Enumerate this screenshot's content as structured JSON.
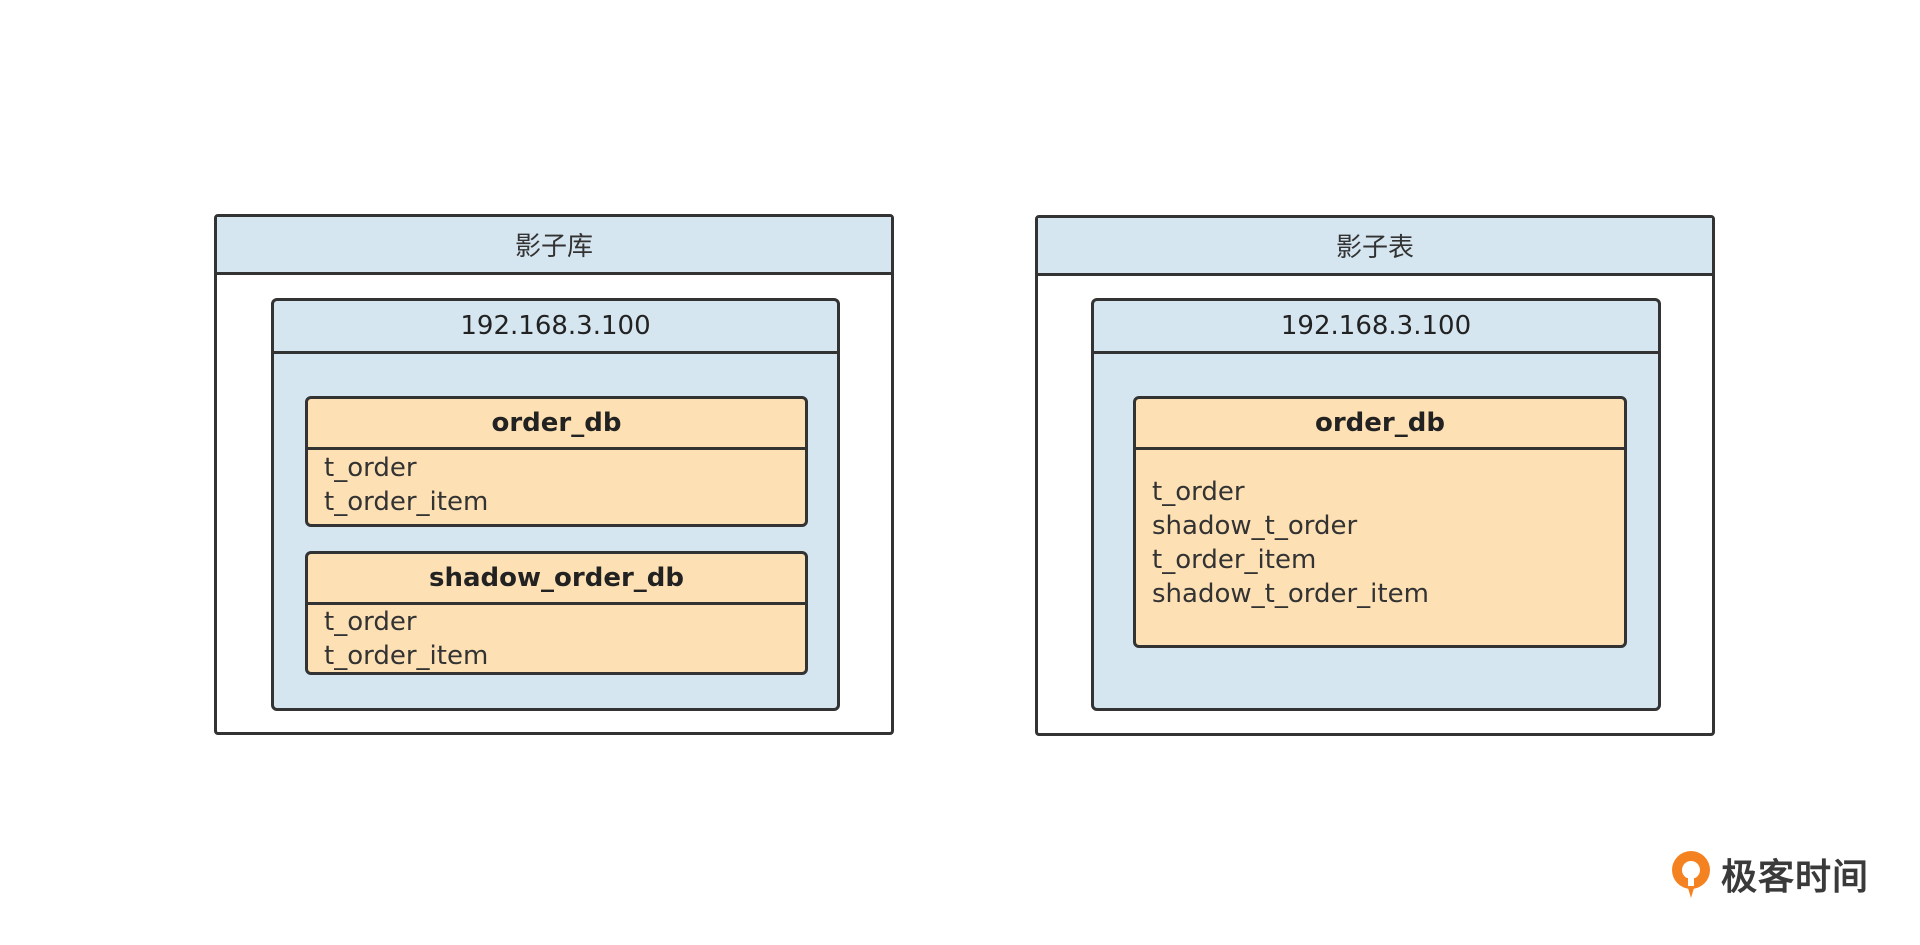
{
  "left_panel": {
    "title": "影子库",
    "server": {
      "address": "192.168.3.100",
      "databases": [
        {
          "name": "order_db",
          "tables": [
            "t_order",
            "t_order_item"
          ]
        },
        {
          "name": "shadow_order_db",
          "tables": [
            "t_order",
            "t_order_item"
          ]
        }
      ]
    }
  },
  "right_panel": {
    "title": "影子表",
    "server": {
      "address": "192.168.3.100",
      "databases": [
        {
          "name": "order_db",
          "tables": [
            "t_order",
            "shadow_t_order",
            "t_order_item",
            "shadow_t_order_item"
          ]
        }
      ]
    }
  },
  "logo": {
    "text": "极客时间",
    "icon": "geektime-logo-icon",
    "color": "#f58220"
  },
  "colors": {
    "header_fill": "#d5e6f0",
    "server_fill": "#d5e6f0",
    "db_fill": "#fde0b4",
    "border": "#333333"
  }
}
